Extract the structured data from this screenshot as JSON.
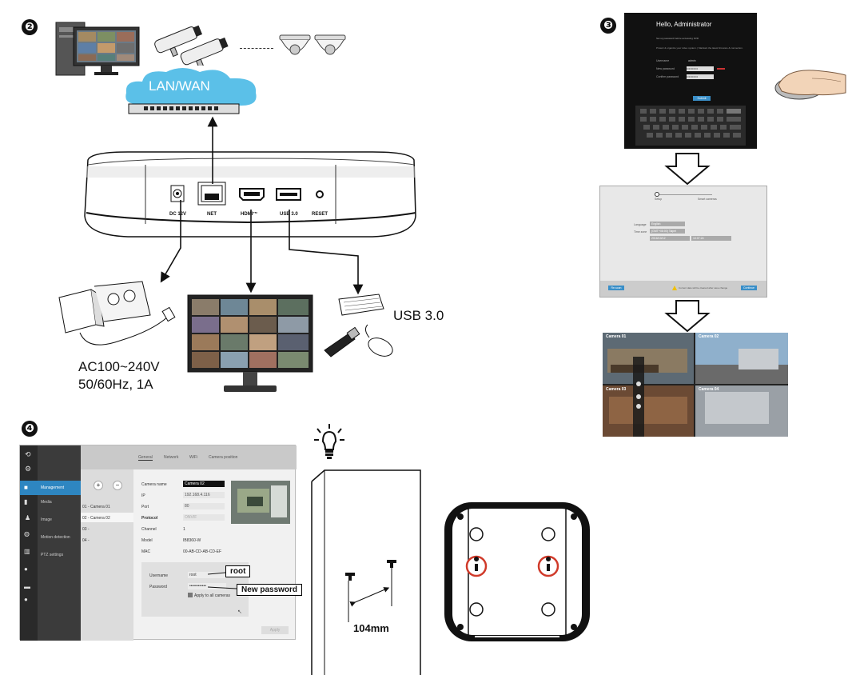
{
  "steps": {
    "two": "❷",
    "three": "❸",
    "four": "❹"
  },
  "network": {
    "cloud_label": "LAN/WAN"
  },
  "ports": {
    "dc": "DC 12V",
    "net": "NET",
    "hdmi": "HDMI™",
    "usb": "USB 3.0",
    "reset": "RESET"
  },
  "power": {
    "line1": "AC100~240V",
    "line2": "50/60Hz, 1A"
  },
  "usb_label": "USB 3.0",
  "login": {
    "title": "Hello, Administrator",
    "subtitle_1": "Set up password before accessing NVR",
    "subtitle_2": "Protect & organize your video system. | Maintain the latest firmware & connection.",
    "username_label": "Username",
    "username_value": "admin",
    "new_password_label": "New password",
    "confirm_password_label": "Confirm password",
    "password_mask": "••••••••••",
    "submit": "Submit"
  },
  "setup": {
    "step_label_1": "Setup",
    "step_label_2": "Smart cameras",
    "language_label": "Language",
    "language_value": "English",
    "time_zone_label": "Time zone",
    "time_zone_value": "(GMT+08:00) Taipei",
    "date_value": "2016/10/12",
    "time_value": "10:07:24",
    "back_button": "Re-scan",
    "warning_text": "Current date will be cleared after save change",
    "next_button": "Continue"
  },
  "live": {
    "cam1": "Camera 01",
    "cam2": "Camera 02",
    "cam3": "Camera 03",
    "cam4": "Camera 04"
  },
  "config": {
    "tabs": [
      "General",
      "Network",
      "WiFi",
      "Camera position"
    ],
    "sidebar": [
      "Management",
      "Media",
      "Image",
      "Motion detection",
      "PTZ settings"
    ],
    "camera_list": [
      "01 - Camera 01",
      "02 - Camera 02",
      "03 -",
      "04 -"
    ],
    "fields": [
      {
        "label": "Camera name",
        "value": "Camera 02"
      },
      {
        "label": "IP",
        "value": "192.168.4.116"
      },
      {
        "label": "Port",
        "value": "80"
      },
      {
        "label": "Protocol",
        "value": "ONVIF"
      },
      {
        "label": "Channel",
        "value": "1"
      },
      {
        "label": "Model",
        "value": "IB8360-W"
      },
      {
        "label": "MAC",
        "value": "00-AB-CD-AB-CD-EF"
      }
    ],
    "username_label": "Username",
    "username_value": "root",
    "password_label": "Password",
    "password_value": "••••••••••••",
    "apply_all": "Apply to all cameras",
    "apply_button": "Apply",
    "callout_root": "root",
    "callout_password": "New password"
  },
  "mount": {
    "distance": "104mm"
  }
}
